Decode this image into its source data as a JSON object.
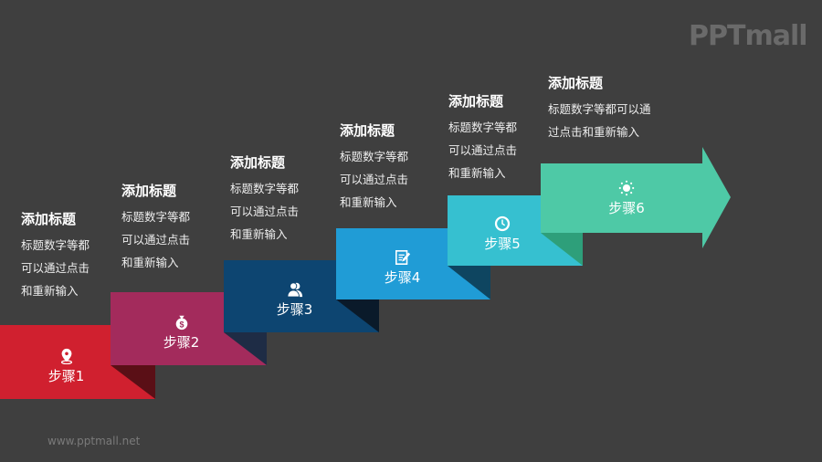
{
  "brand": {
    "logo_text": "PPTmall",
    "url": "www.pptmall.net"
  },
  "steps": [
    {
      "label": "步骤1",
      "icon": "map-pin-icon",
      "color": "#d0202f",
      "title": "添加标题",
      "body": [
        "标题数字等都",
        "可以通过点击",
        "和重新输入"
      ]
    },
    {
      "label": "步骤2",
      "icon": "money-bag-icon",
      "color": "#a32b5c",
      "title": "添加标题",
      "body": [
        "标题数字等都",
        "可以通过点击",
        "和重新输入"
      ]
    },
    {
      "label": "步骤3",
      "icon": "users-icon",
      "color": "#0d4571",
      "title": "添加标题",
      "body": [
        "标题数字等都",
        "可以通过点击",
        "和重新输入"
      ]
    },
    {
      "label": "步骤4",
      "icon": "edit-document-icon",
      "color": "#209cd6",
      "title": "添加标题",
      "body": [
        "标题数字等都",
        "可以通过点击",
        "和重新输入"
      ]
    },
    {
      "label": "步骤5",
      "icon": "clock-icon",
      "color": "#36c0d0",
      "title": "添加标题",
      "body": [
        "标题数字等都",
        "可以通过点击",
        "和重新输入"
      ]
    },
    {
      "label": "步骤6",
      "icon": "sun-icon",
      "color": "#4ec9a6",
      "title": "添加标题",
      "body": [
        "标题数字等都可以通",
        "过点击和重新输入"
      ]
    }
  ]
}
